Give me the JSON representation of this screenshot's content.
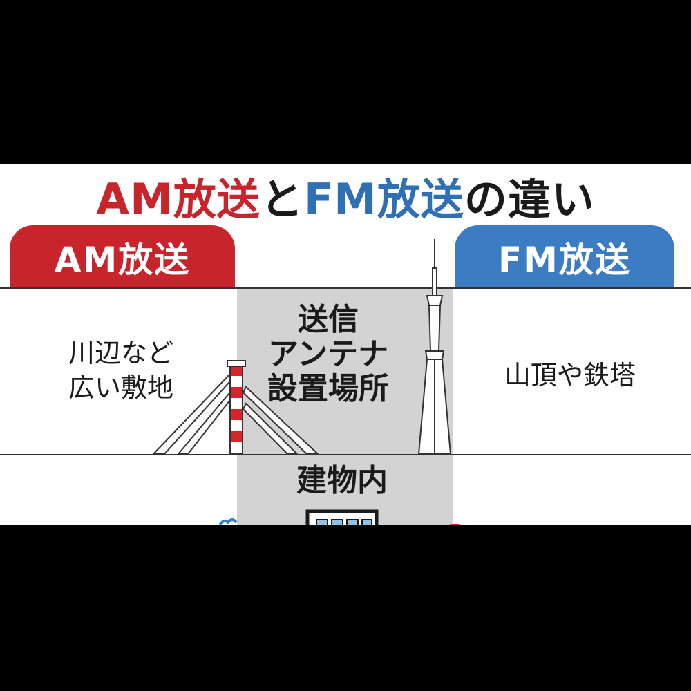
{
  "title": {
    "part1": "AM放送",
    "part2": "と",
    "part3": "FM放送",
    "part4": "の違い"
  },
  "tabs": {
    "am": "AM放送",
    "fm": "FM放送"
  },
  "am_location": [
    "川辺など",
    "広い敷地"
  ],
  "fm_location": "山頂や鉄塔",
  "center_label": [
    "送信",
    "アンテナ",
    "設置場所"
  ],
  "building_label": "建物内",
  "colors": {
    "am_red": "#c8242b",
    "fm_blue": "#3b7cc3",
    "center_gray": "#d3d3d3"
  }
}
